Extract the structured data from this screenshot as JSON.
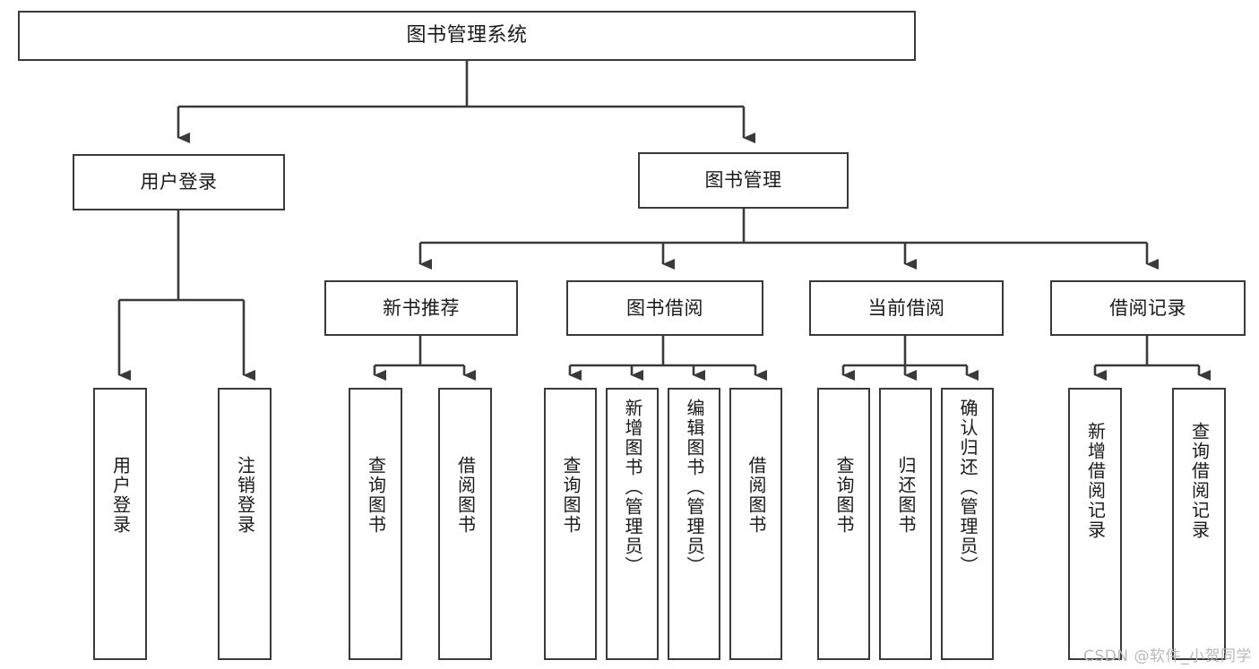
{
  "diagram": {
    "title": "图书管理系统",
    "type": "tree-hierarchy",
    "watermark": "CSDN @软件_小贺同学",
    "colors": {
      "stroke": "#3a3a3a",
      "fill": "#ffffff",
      "text": "#1a1a1a",
      "watermark": "#b9b9b9"
    },
    "levels": {
      "root": {
        "label": "图书管理系统"
      },
      "level1": [
        {
          "label": "用户登录"
        },
        {
          "label": "图书管理"
        }
      ],
      "level2": [
        {
          "label": "新书推荐"
        },
        {
          "label": "图书借阅"
        },
        {
          "label": "当前借阅"
        },
        {
          "label": "借阅记录"
        }
      ],
      "leaves": {
        "user_login": [
          {
            "label": "用户登录"
          },
          {
            "label": "注销登录"
          }
        ],
        "new_book_recommend": [
          {
            "label": "查询图书"
          },
          {
            "label": "借阅图书"
          }
        ],
        "book_borrow": [
          {
            "label": "查询图书"
          },
          {
            "label": "新增图书（管理员）"
          },
          {
            "label": "编辑图书（管理员）"
          },
          {
            "label": "借阅图书"
          }
        ],
        "current_borrow": [
          {
            "label": "查询图书"
          },
          {
            "label": "归还图书"
          },
          {
            "label": "确认归还（管理员）"
          }
        ],
        "borrow_record": [
          {
            "label": "新增借阅记录"
          },
          {
            "label": "查询借阅记录"
          }
        ]
      }
    }
  }
}
